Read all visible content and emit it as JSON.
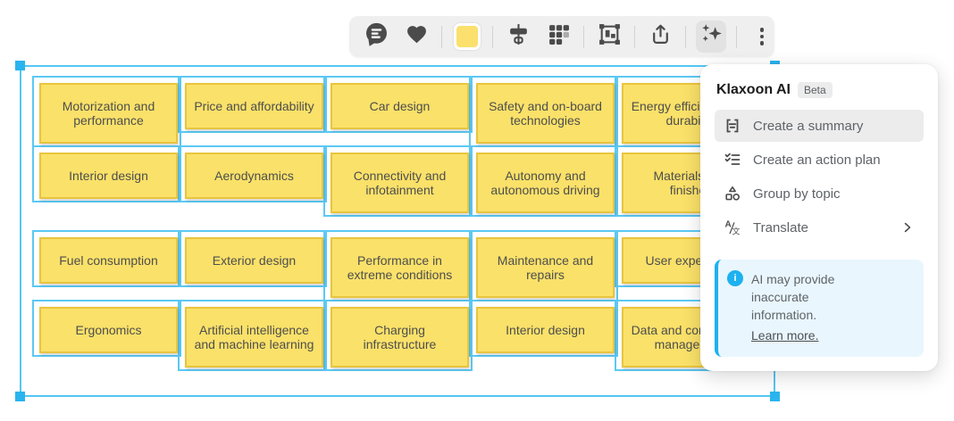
{
  "toolbar": {
    "icons": [
      "comment-icon",
      "heart-icon",
      "color-swatch-yellow",
      "align-icon",
      "grid-icon",
      "frame-icon",
      "share-icon",
      "ai-sparkles-icon",
      "kebab-menu-icon"
    ],
    "swatch_color": "#fbe06e",
    "active_tool": "ai-sparkles-icon"
  },
  "board": {
    "selection_color": "#55c7f3",
    "note_fill": "#fae169",
    "note_border": "#e9c53e",
    "rows": [
      [
        "Motorization and performance",
        "Price and affordability",
        "Car design",
        "Safety and on-board technologies",
        "Energy efficiency and durability"
      ],
      [
        "Interior design",
        "Aerodynamics",
        "Connectivity and infotainment",
        "Autonomy and autonomous driving",
        "Materials and finishes"
      ],
      [
        "Fuel consumption",
        "Exterior design",
        "Performance in extreme conditions",
        "Maintenance and repairs",
        "User experience"
      ],
      [
        "Ergonomics",
        "Artificial intelligence and machine learning",
        "Charging infrastructure",
        "Interior design",
        "Data and connectivity management"
      ]
    ]
  },
  "ai_panel": {
    "title": "Klaxoon AI",
    "badge": "Beta",
    "menu": [
      {
        "icon": "summary-icon",
        "label": "Create a summary",
        "highlighted": true
      },
      {
        "icon": "action-plan-icon",
        "label": "Create an action plan"
      },
      {
        "icon": "group-by-topic-icon",
        "label": "Group by topic"
      },
      {
        "icon": "translate-icon",
        "label": "Translate",
        "submenu": true
      }
    ],
    "notice": {
      "message": "AI may provide inaccurate information.",
      "link": "Learn more."
    }
  }
}
